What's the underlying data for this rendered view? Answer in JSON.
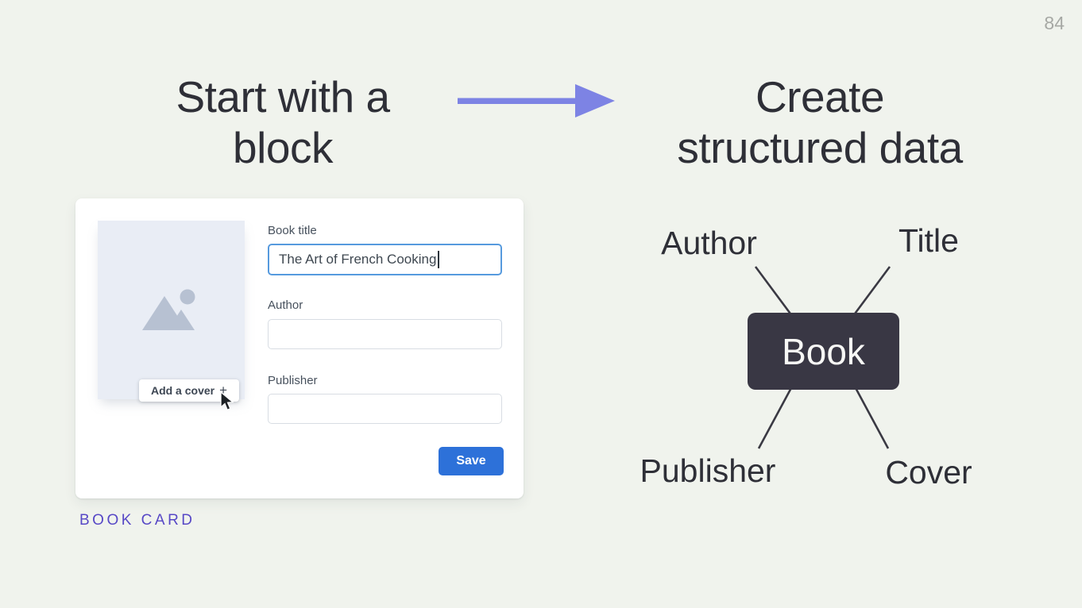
{
  "page_number": "84",
  "left": {
    "heading_lines": [
      "Start with a",
      "block"
    ],
    "caption": "BOOK CARD",
    "card": {
      "cover": {
        "button_label": "Add a cover",
        "plus_glyph": "+"
      },
      "fields": [
        {
          "label": "Book title",
          "value": "The Art of French Cooking",
          "focused": true
        },
        {
          "label": "Author",
          "value": "",
          "focused": false
        },
        {
          "label": "Publisher",
          "value": "",
          "focused": false
        }
      ],
      "save_label": "Save"
    }
  },
  "right": {
    "heading_lines": [
      "Create",
      "structured data"
    ],
    "node_label": "Book",
    "attributes": [
      "Author",
      "Title",
      "Publisher",
      "Cover"
    ]
  },
  "colors": {
    "background": "#f0f3ed",
    "heading_text": "#2e2f37",
    "arrow": "#7d83e4",
    "card_background": "#ffffff",
    "cover_placeholder": "#e9edf5",
    "placeholder_icon": "#b7c1d2",
    "field_label": "#47515d",
    "input_border": "#d8dde3",
    "focused_input_border": "#569ade",
    "save_button": "#2d71d9",
    "caption_purple": "#5748c6",
    "node_background": "#393744",
    "node_text": "#f7f7f5",
    "connector_line": "#3a3943",
    "page_number_gray": "#a6a8a4"
  }
}
